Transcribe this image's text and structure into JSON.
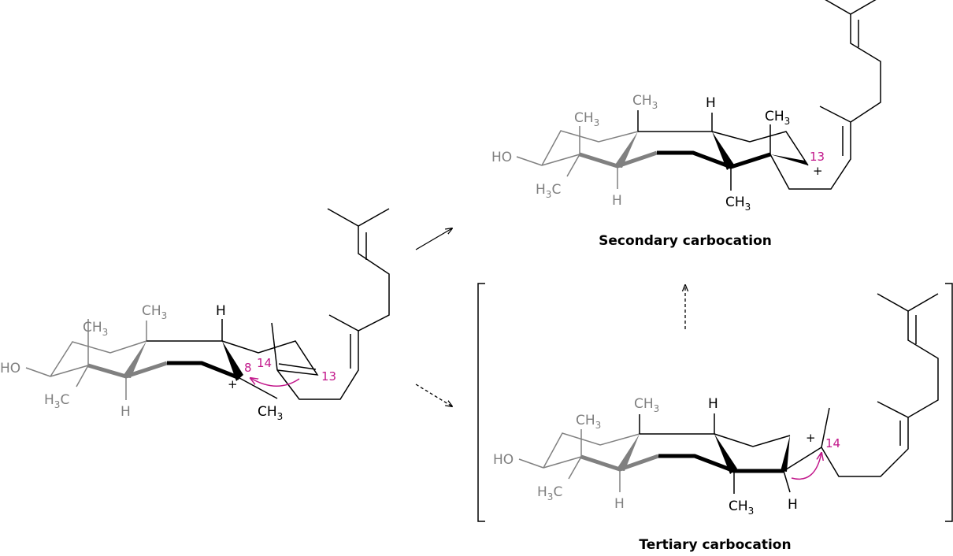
{
  "colors": {
    "bond_dark": "#000000",
    "bond_gray": "#808080",
    "label_gray": "#7f7f7f",
    "locant_magenta": "#c2188b",
    "caption": "#000000"
  },
  "labels": {
    "ho": "HO",
    "ch": "CH",
    "hc": "H",
    "c": "C",
    "three": "3",
    "h": "H",
    "plus": "+"
  },
  "locants": {
    "c8": "8",
    "c13": "13",
    "c14": "14"
  },
  "captions": {
    "secondary": "Secondary carbocation",
    "tertiary": "Tertiary carbocation"
  },
  "arrows": {
    "to_secondary": "solid",
    "to_tertiary": "dashed",
    "tertiary_to_secondary": "dashed"
  },
  "icons": {
    "curved_arrow": "curved-electron-arrow",
    "bracket": "square-bracket"
  }
}
